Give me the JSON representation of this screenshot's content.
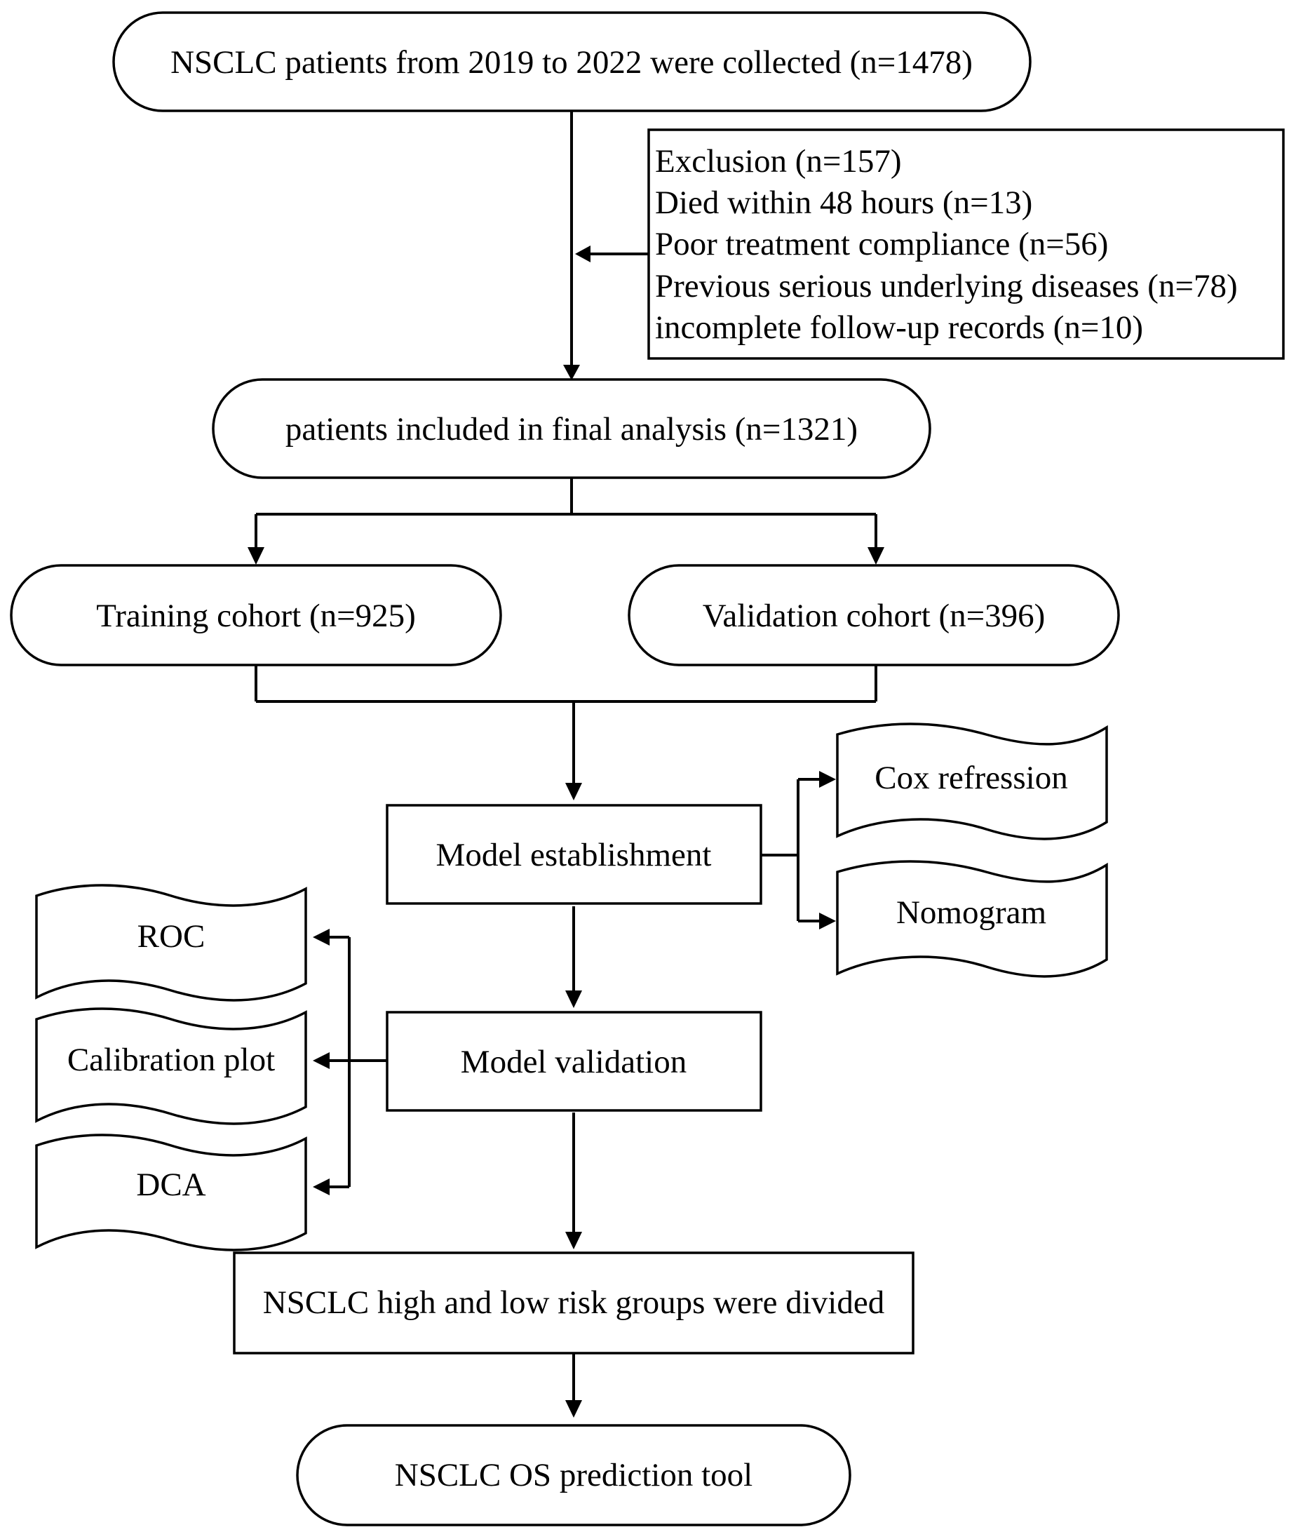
{
  "nodes": {
    "collected": "NSCLC patients from 2019 to 2022 were collected (n=1478)",
    "exclusion": [
      "Exclusion (n=157)",
      "Died within 48 hours (n=13)",
      "Poor treatment compliance (n=56)",
      "Previous serious underlying diseases (n=78)",
      "incomplete follow-up records (n=10)"
    ],
    "included": "patients included in final analysis (n=1321)",
    "training": "Training cohort (n=925)",
    "validation_cohort": "Validation cohort (n=396)",
    "establishment": "Model establishment",
    "cox": "Cox refression",
    "nomogram": "Nomogram",
    "model_validation": "Model validation",
    "roc": "ROC",
    "calibration": "Calibration plot",
    "dca": "DCA",
    "risk_groups": "NSCLC high and low risk groups were divided",
    "tool": "NSCLC OS prediction tool"
  }
}
